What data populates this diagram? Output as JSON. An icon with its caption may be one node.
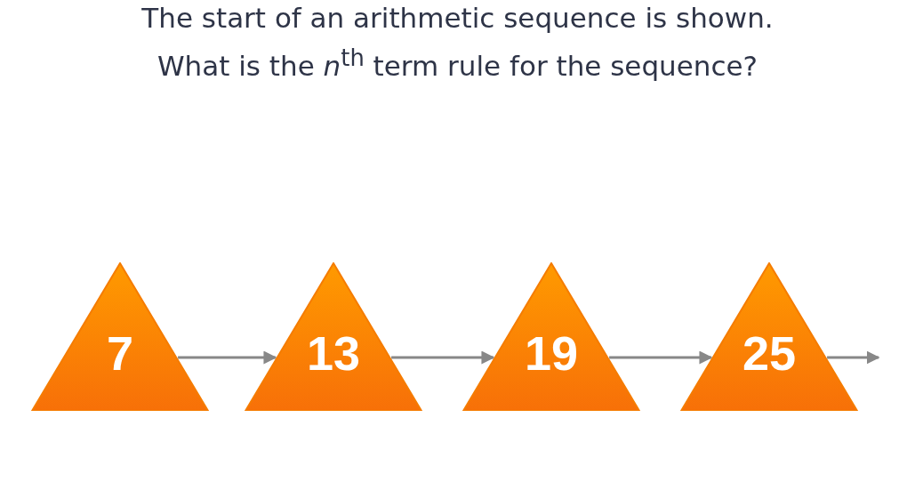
{
  "diagram": {
    "title": "The start of an arithmetic sequence is shown.",
    "labels": [
      "What is the *n*$^{th}$ term rule for the sequence?"
    ],
    "nodes": [
      {
        "text": [
          "7"
        ]
      },
      {
        "text": [
          "13"
        ]
      },
      {
        "text": [
          "19"
        ]
      },
      {
        "text": [
          "25"
        ]
      }
    ],
    "edges": [
      {
        "from": 0,
        "to": 1,
        "arrow": "to"
      },
      {
        "from": 1,
        "to": 2,
        "arrow": "to"
      },
      {
        "from": 2,
        "to": 3,
        "arrow": "to"
      },
      {
        "from": 3,
        "to": null,
        "arrow": "to"
      }
    ]
  }
}
